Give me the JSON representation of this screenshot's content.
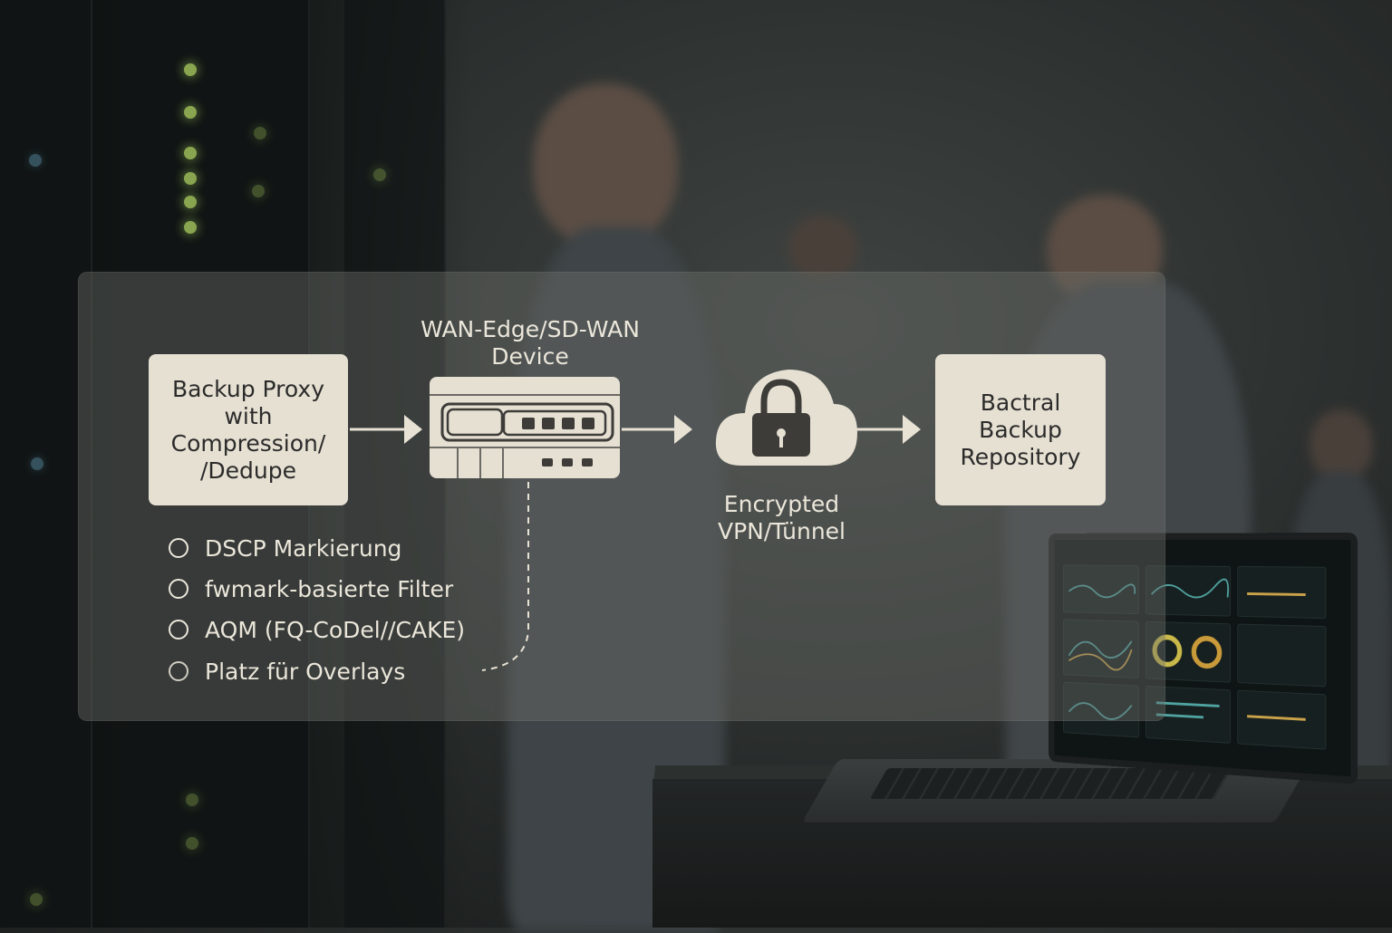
{
  "diagram": {
    "proxy_box": "Backup Proxy\nwith\nCompression/\n/Dedupe",
    "wan_device_label": "WAN-Edge/SD-WAN\nDevice",
    "tunnel_label": "Encrypted\nVPN/Tünnel",
    "repository_box": "Bactral\nBackup\nRepository",
    "features": [
      "DSCP Markierung",
      "fwmark-basierte Filter",
      "AQM (FQ-CoDel//CAKE)",
      "Platz für Overlays"
    ]
  },
  "colors": {
    "box_fill": "#e6e0d3",
    "line": "#e8e2d5",
    "overlay": "#6e706c",
    "led": "#9fbf5a"
  },
  "icons": [
    "network-device-icon",
    "cloud-lock-icon",
    "radio-circle-icon",
    "arrow-right-icon"
  ]
}
